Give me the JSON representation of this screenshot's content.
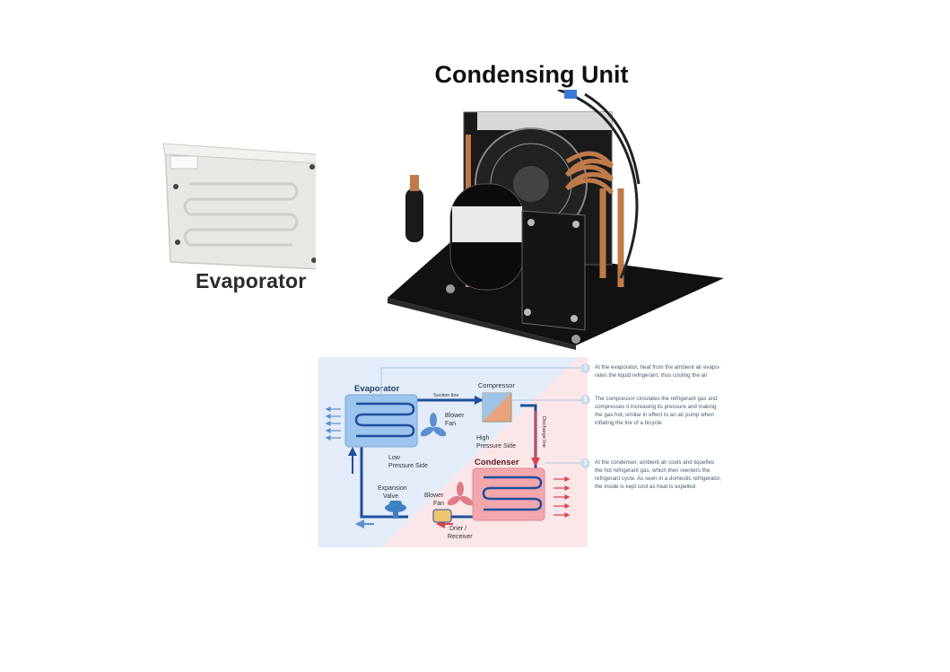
{
  "title": "Condensing Unit",
  "evaporator_photo": {
    "label": "Evaporator"
  },
  "diagram": {
    "evaporator": "Evaporator",
    "compressor": "Compressor",
    "condenser": "Condenser",
    "suction_line": "Suction line",
    "discharge_line": "Discharge line",
    "blower_fan_top": [
      "Blower",
      "Fan"
    ],
    "blower_fan_bottom": [
      "Blower",
      "Fan"
    ],
    "high_pressure_side": [
      "High",
      "Pressure Side"
    ],
    "low_pressure_side": [
      "Low",
      "Pressure Side"
    ],
    "expansion_valve": [
      "Expansion",
      "Valve"
    ],
    "drier_receiver": [
      "Drier /",
      "Receiver"
    ]
  },
  "notes": [
    {
      "number": "1",
      "lines": [
        "At the evaporator, heat from the ambient air evapo-",
        "rates the liquid refrigerant, thus cooling the air"
      ]
    },
    {
      "number": "2",
      "lines": [
        "The compressor circulates the refrigerant gas and",
        "compresses it increasing its pressure and making",
        "the gas hot, similar in effect to an air pump when",
        "inflating the tire of a bicycle"
      ]
    },
    {
      "number": "3",
      "lines": [
        "At the condenser, ambient air cools and liquefies",
        "the hot refrigerant gas, which then reenters the",
        "refrigerant cycle. As seen in a domestic refrigerator,",
        "the inside is kept cool as heat is expelled"
      ]
    }
  ],
  "colors": {
    "cold": "#9cc4ec",
    "hot": "#f2a7ad",
    "pipe": "#1f4f9c",
    "compressor": "#e8a37a"
  }
}
